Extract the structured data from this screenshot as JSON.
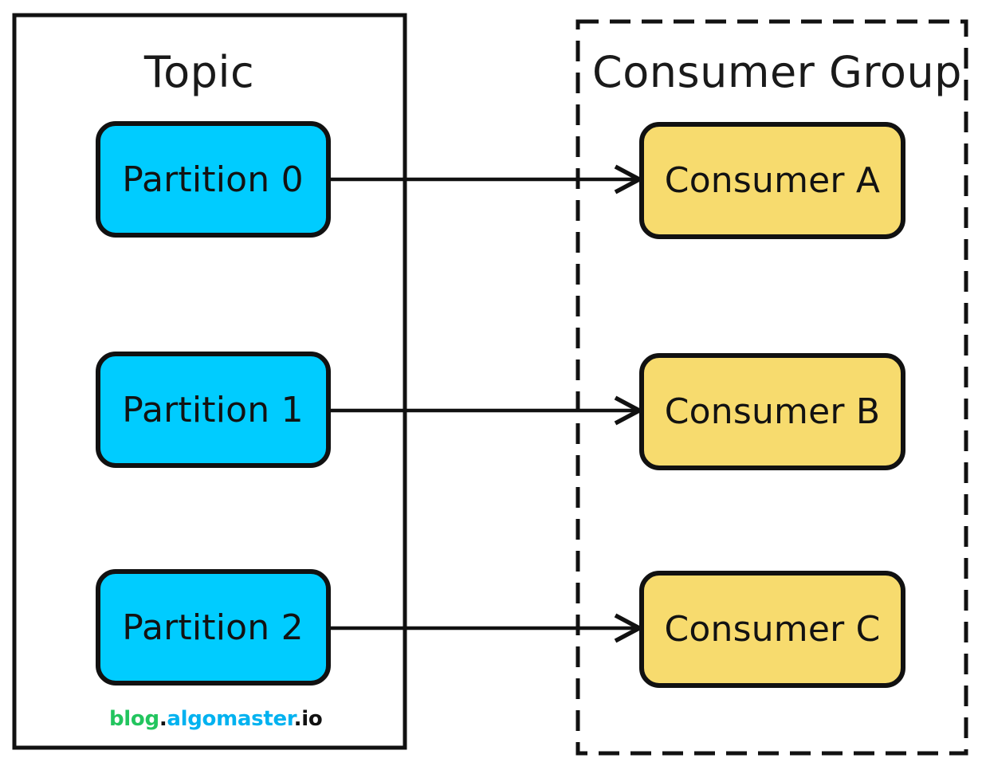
{
  "diagram": {
    "title_left": "Topic",
    "title_right": "Consumer Group",
    "partitions": [
      {
        "label": "Partition 0"
      },
      {
        "label": "Partition 1"
      },
      {
        "label": "Partition 2"
      }
    ],
    "consumers": [
      {
        "label": "Consumer A"
      },
      {
        "label": "Consumer B"
      },
      {
        "label": "Consumer C"
      }
    ],
    "connections": [
      {
        "from": "Partition 0",
        "to": "Consumer A"
      },
      {
        "from": "Partition 1",
        "to": "Consumer B"
      },
      {
        "from": "Partition 2",
        "to": "Consumer C"
      }
    ],
    "watermark": {
      "part1": "blog",
      "dot1": ".",
      "part2": "algomaster",
      "dot2": ".",
      "part3": "io"
    },
    "colors": {
      "partition_fill": "#00ccff",
      "consumer_fill": "#f7db6e",
      "stroke": "#111111",
      "background": "#ffffff",
      "watermark_green": "#22c55e",
      "watermark_cyan": "#00b2f0",
      "watermark_black": "#111111"
    }
  }
}
